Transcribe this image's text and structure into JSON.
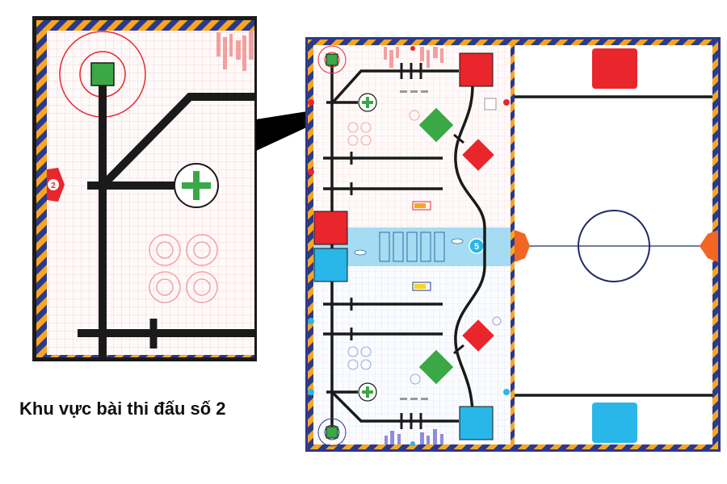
{
  "caption": "Khu vực bài thi đấu số 2",
  "zoom_marker_number": "2",
  "lane_marker_number": "5",
  "colors": {
    "red": "#e8262b",
    "blue": "#29b6e8",
    "green": "#3aa845",
    "line": "#1a1a1a",
    "grid": "#f3c7c7",
    "channel": "#a6dcf3",
    "center_circle": "#1f2a6b",
    "goal": "#f26522",
    "stripe_navy": "#2b3a8c",
    "stripe_orange": "#f5a623"
  }
}
